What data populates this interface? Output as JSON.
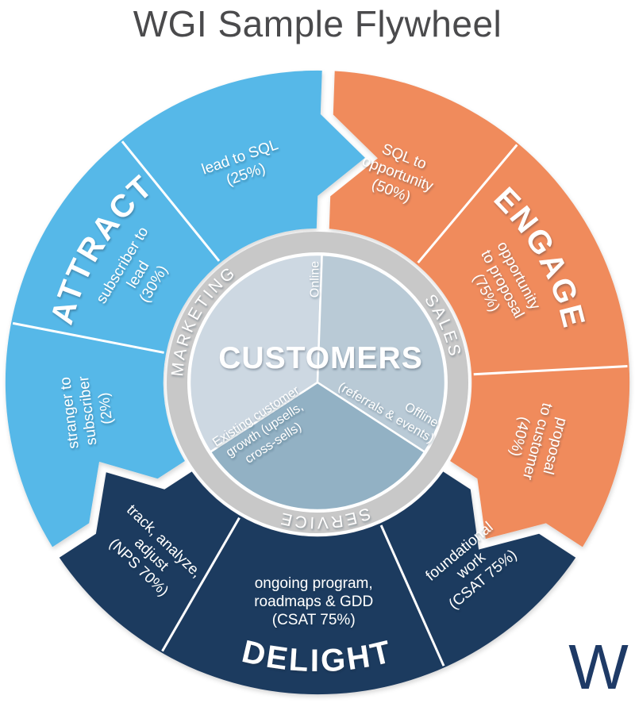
{
  "title": "WGI Sample Flywheel",
  "wheel": {
    "stages": [
      {
        "label": "ATTRACT",
        "color": "#56b8e8",
        "metrics": [
          {
            "lines": [
              "stranger to",
              "subscriber",
              "(2%)"
            ]
          },
          {
            "lines": [
              "subscriber to",
              "lead",
              "(30%)"
            ]
          },
          {
            "lines": [
              "lead to SQL",
              "(25%)"
            ]
          }
        ]
      },
      {
        "label": "ENGAGE",
        "color": "#f08b5c",
        "metrics": [
          {
            "lines": [
              "SQL to",
              "opportunity",
              "(50%)"
            ]
          },
          {
            "lines": [
              "opportunity",
              "to proposal",
              "(75%)"
            ]
          },
          {
            "lines": [
              "proposal",
              "to customer",
              "(40%)"
            ]
          }
        ]
      },
      {
        "label": "DELIGHT",
        "color": "#1f3a5f",
        "metrics": [
          {
            "lines": [
              "foundational",
              "work",
              "(CSAT 75%)"
            ]
          },
          {
            "lines": [
              "ongoing program,",
              "roadmaps & GDD",
              "(CSAT 75%)"
            ]
          },
          {
            "lines": [
              "track, analyze,",
              "adjust",
              "(NPS 70%)"
            ]
          }
        ]
      }
    ],
    "ring": {
      "color": "#c8c8c8",
      "labels": [
        "MARKETING",
        "SALES",
        "SERVICE"
      ]
    },
    "center": {
      "label": "CUSTOMERS",
      "segments": [
        {
          "color": "#cdd8e2",
          "lines": [
            "Online"
          ]
        },
        {
          "color": "#b9cad6",
          "lines": [
            "Offline",
            "(referrals & events)"
          ]
        },
        {
          "color": "#92b1c4",
          "lines": [
            "Existing customer",
            "growth (upsells,",
            "cross-sells)"
          ]
        }
      ]
    }
  },
  "logo": {
    "letter": "W",
    "color": "#1e3a66"
  }
}
